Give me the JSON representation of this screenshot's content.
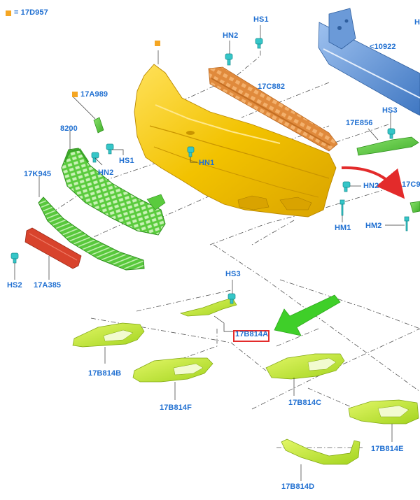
{
  "legend": {
    "text": "= 17D957",
    "marker_color": "#f5a623"
  },
  "labels": {
    "hs1_top": "HS1",
    "hn2_top": "HN2",
    "reinforcement": "<10922",
    "h_edge": "H",
    "absorber": "17C882",
    "bracket_17a989": "17A989",
    "grille_upper": "8200",
    "hn2_left": "HN2",
    "hs1_left": "HS1",
    "hn1": "HN1",
    "hs3_top": "HS3",
    "bracket_17e856": "17E856",
    "grille_lower": "17K945",
    "hn2_right": "HN2",
    "c9_edge": "17C9",
    "hm1": "HM1",
    "hm2": "HM2",
    "hs2": "HS2",
    "reflector": "17A385",
    "hs3_mid": "HS3",
    "selected_part": "17B814A",
    "part_b": "17B814B",
    "part_f": "17B814F",
    "part_c": "17B814C",
    "part_e": "17B814E",
    "part_d": "17B814D"
  },
  "colors": {
    "label_blue": "#1f6fd1",
    "bumper_yellow": "#f2c200",
    "grille_green": "#55c93a",
    "trim_lime": "#b7e63a",
    "absorber_orange": "#e08a3c",
    "reinforcement_blue": "#5e93d6",
    "reflector_red": "#d8432c",
    "arrow_green": "#3fcf29",
    "curved_arrow_red": "#e32b2b",
    "clip_cyan": "#35c6c8",
    "highlight_red": "#e32b2b"
  },
  "icons": [
    "bumper-cover",
    "energy-absorber",
    "bumper-reinforcement",
    "upper-grille",
    "lower-grille",
    "reflector",
    "trim-bezel",
    "clip",
    "screw",
    "pointer-arrow",
    "curved-arrow"
  ]
}
